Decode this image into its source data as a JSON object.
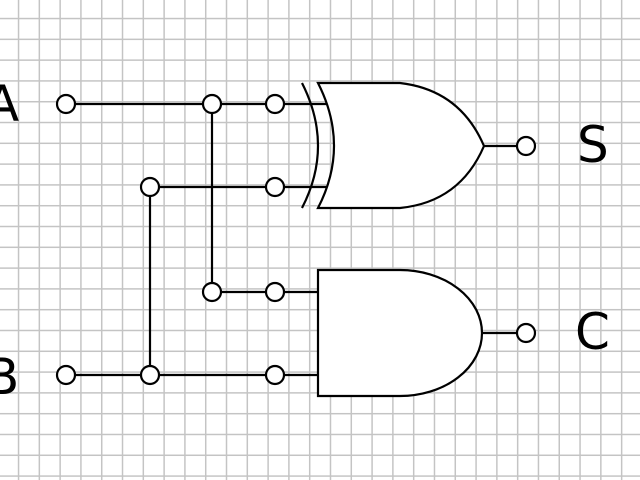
{
  "circuit": {
    "type": "half-adder",
    "inputs": {
      "a": "A",
      "b": "B"
    },
    "outputs": {
      "sum": "S",
      "carry": "C"
    },
    "gates": [
      "XOR",
      "AND"
    ]
  },
  "colors": {
    "line": "#000000",
    "grid": "#c4c4c4",
    "background": "#ffffff"
  }
}
